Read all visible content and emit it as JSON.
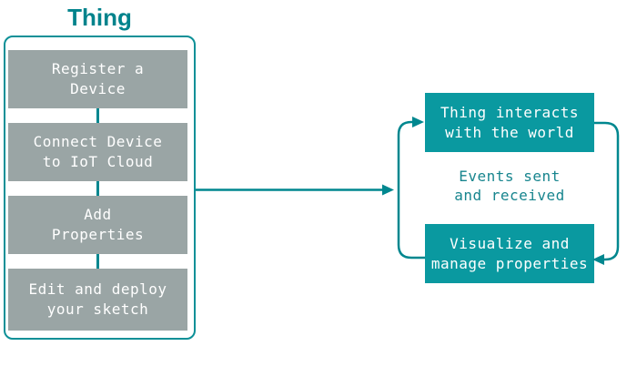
{
  "title": "Thing",
  "colors": {
    "teal_stroke": "#00878F",
    "teal_fill": "#0A99A0",
    "teal_text": "#17858E",
    "gray_box": "#9AA5A5",
    "box_text": "#FFFFFF",
    "background": "#FFFFFF"
  },
  "flow": {
    "steps": [
      {
        "label": "Register a\nDevice"
      },
      {
        "label": "Connect Device\nto IoT Cloud"
      },
      {
        "label": "Add\nProperties"
      },
      {
        "label": "Edit and deploy\nyour sketch"
      }
    ]
  },
  "cycle": {
    "top_box_label": "Thing interacts\nwith the world",
    "middle_label": "Events sent\nand received",
    "bottom_box_label": "Visualize and\nmanage properties"
  }
}
